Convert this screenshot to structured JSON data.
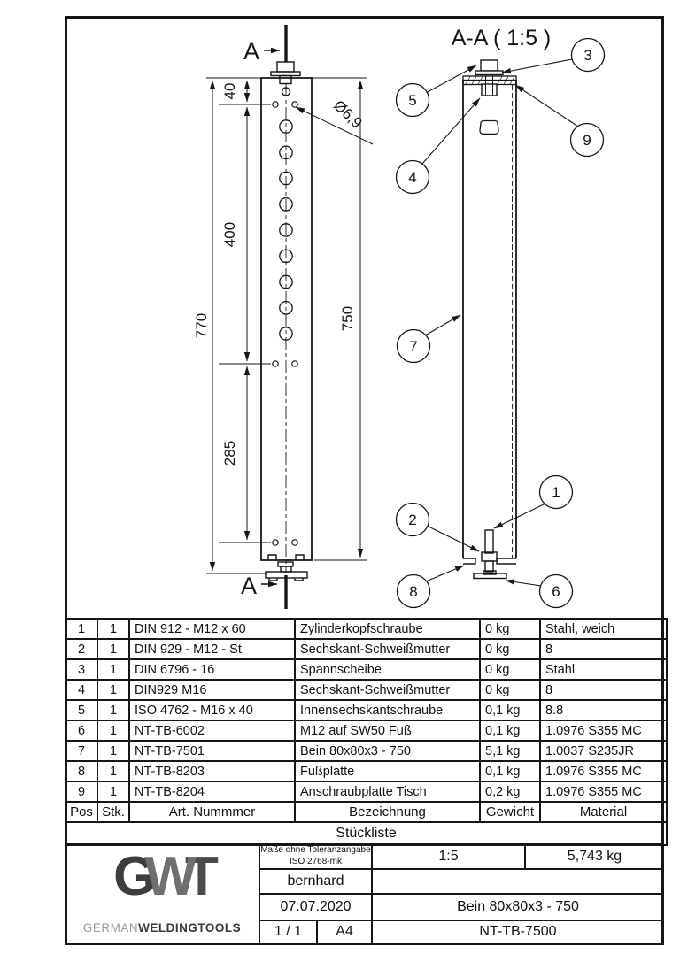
{
  "drawing": {
    "section_view_title": "A-A ( 1:5 )",
    "section_marker": "A",
    "dims": {
      "total_height": "770",
      "hole_span": "400",
      "bottom_span": "285",
      "top_offset": "40",
      "tube_length": "750",
      "hole_diameter": "Ø6,9"
    },
    "balloons": [
      "1",
      "2",
      "3",
      "4",
      "5",
      "6",
      "7",
      "8",
      "9"
    ]
  },
  "parts_table": {
    "title": "Stückliste",
    "headers": [
      "Pos",
      "Stk.",
      "Art. Nummmer",
      "Bezeichnung",
      "Gewicht",
      "Material"
    ],
    "rows": [
      [
        "1",
        "1",
        "DIN 912 - M12 x 60",
        "Zylinderkopfschraube",
        "0 kg",
        "Stahl, weich"
      ],
      [
        "2",
        "1",
        "DIN 929 - M12 - St",
        "Sechskant-Schweißmutter",
        "0 kg",
        "8"
      ],
      [
        "3",
        "1",
        "DIN 6796 - 16",
        "Spannscheibe",
        "0 kg",
        "Stahl"
      ],
      [
        "4",
        "1",
        "DIN929 M16",
        "Sechskant-Schweißmutter",
        "0 kg",
        "8"
      ],
      [
        "5",
        "1",
        "ISO 4762  - M16 x 40",
        "Innensechskantschraube",
        "0,1 kg",
        "8.8"
      ],
      [
        "6",
        "1",
        "NT-TB-6002",
        "M12 auf SW50 Fuß",
        "0,1 kg",
        "1.0976 S355 MC"
      ],
      [
        "7",
        "1",
        "NT-TB-7501",
        "Bein 80x80x3 - 750",
        "5,1 kg",
        "1.0037 S235JR"
      ],
      [
        "8",
        "1",
        "NT-TB-8203",
        "Fußplatte",
        "0,1 kg",
        "1.0976 S355 MC"
      ],
      [
        "9",
        "1",
        "NT-TB-8204",
        "Anschraubplatte Tisch",
        "0,2 kg",
        "1.0976 S355 MC"
      ]
    ]
  },
  "title_block": {
    "tolerance_line1": "Maße ohne Toleranzangabe",
    "tolerance_line2": "ISO 2768-mk",
    "scale": "1:5",
    "weight": "5,743 kg",
    "author": "bernhard",
    "date": "07.07.2020",
    "part_name": "Bein 80x80x3 - 750",
    "sheet": "1 / 1",
    "format": "A4",
    "drawing_number": "NT-TB-7500",
    "logo": {
      "g": "G",
      "w": "W",
      "t": "T",
      "brand_light": "GERMAN",
      "brand_bold": "WELDINGTOOLS"
    }
  },
  "colors": {
    "line": "#161616",
    "logo_dark": "#3d3d3d",
    "logo_mid": "#6f6f6f",
    "logo_light": "#9b9b9b"
  }
}
